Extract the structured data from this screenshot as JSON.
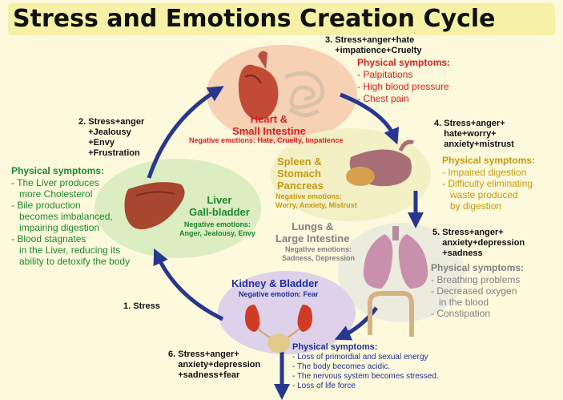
{
  "title": "Stress and Emotions Creation Cycle",
  "colors": {
    "heart_region": "#f6d1b4",
    "liver_region": "#dcedc2",
    "spleen_region": "#f3f0c6",
    "lungs_region": "#ececde",
    "kidney_region": "#ddd2ea",
    "arrow": "#273790",
    "heart_text": "#d51f1f",
    "liver_text": "#1a8a2a",
    "spleen_text": "#c49a10",
    "lungs_text": "#808080",
    "kidney_text": "#1f2f9a"
  },
  "heart": {
    "organ": "Heart &\nSmall Intestine",
    "neg": "Negative emotions: Hate, Cruelty, Impatience",
    "stage": "3. Stress+anger+hate\n    +impatience+Cruelty",
    "sym_title": "Physical symptoms:",
    "sym": "- Palpitations\n- High blood pressure\n- Chest pain"
  },
  "liver": {
    "organ": "Liver\nGall-bladder",
    "neg": "Negative emotions:\nAnger, Jealousy, Envy",
    "stage": "2. Stress+anger\n    +Jealousy\n    +Envy\n    +Frustration",
    "sym_title": "Physical symptoms:",
    "sym": "- The Liver produces\n   more Cholesterol\n- Bile production\n   becomes imbalanced,\n   impairing digestion\n- Blood stagnates\n   in the Liver, reducing its\n   ability to detoxify the body"
  },
  "spleen": {
    "organ": "Spleen &\nStomach\nPancreas",
    "neg": "Negative emotions:\nWorry, Anxiety, Mistrust",
    "stage": "4. Stress+anger+\n    hate+worry+\n    anxiety+mistrust",
    "sym_title": "Physical symptoms:",
    "sym": "- Impaired digestion\n- Difficulty eliminating\n   waste produced\n   by digestion"
  },
  "lungs": {
    "organ": "Lungs &\nLarge Intestine",
    "neg": "Negative emotions:\nSadness, Depression",
    "stage": "5. Stress+anger+\n    anxiety+depression\n    +sadness",
    "sym_title": "Physical symptoms:",
    "sym": "- Breathing problems\n- Decreased oxygen\n   in the blood\n- Constipation"
  },
  "kidney": {
    "organ": "Kidney & Bladder",
    "neg": "Negative emotion: Fear",
    "stage": "6. Stress+anger+\n    anxiety+depression\n    +sadness+fear",
    "sym_title": "Physical symptoms:",
    "sym": "- Loss of primordial and sexual energy\n- The body becomes acidic.\n- The nervous system becomes stressed.\n- Loss of life force"
  },
  "stress_stage": "1. Stress"
}
